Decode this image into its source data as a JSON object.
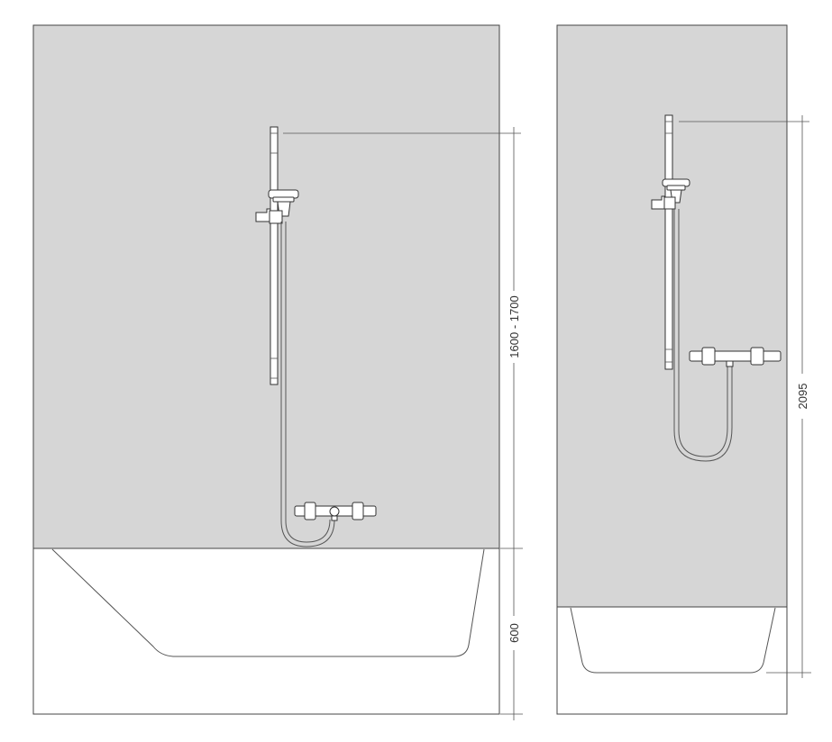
{
  "diagrams": [
    {
      "name": "bathtub-installation",
      "dimensions": {
        "height_total": "1600 - 1700",
        "tub_height": "600"
      }
    },
    {
      "name": "shower-installation",
      "dimensions": {
        "height_total": "2095"
      }
    }
  ]
}
